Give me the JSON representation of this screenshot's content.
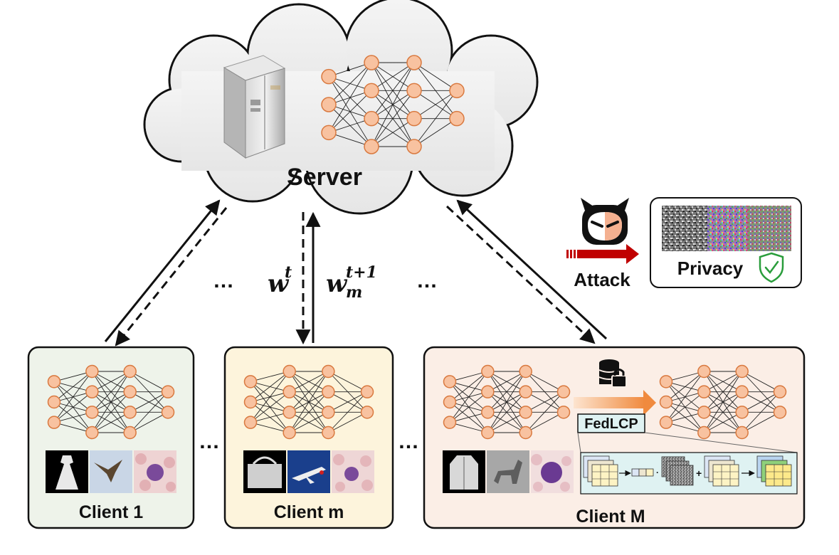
{
  "server": {
    "label": "Server",
    "network": {
      "layers": [
        3,
        4,
        4,
        2
      ]
    }
  },
  "links": {
    "global_weight": {
      "base": "w",
      "sup": "t"
    },
    "local_weight": {
      "base": "w",
      "sub": "m",
      "sup": "t+1"
    },
    "ellipsis_left": "…",
    "ellipsis_right": "…"
  },
  "clients": [
    {
      "label": "Client 1",
      "bg": "#eef3ea",
      "network": {
        "layers": [
          3,
          4,
          4,
          2
        ]
      },
      "images": [
        "dress",
        "bird",
        "blood-cell"
      ]
    },
    {
      "label": "Client m",
      "bg": "#fdf4dc",
      "network": {
        "layers": [
          3,
          4,
          4,
          2
        ]
      },
      "images": [
        "handbag",
        "airplane",
        "blood-cell"
      ]
    },
    {
      "label": "Client M",
      "bg": "#fbeee6",
      "network": {
        "layers": [
          3,
          4,
          4,
          2
        ]
      },
      "images": [
        "coat",
        "deer",
        "blood-cell"
      ]
    }
  ],
  "client_separator": "…",
  "fedlcp": {
    "label": "FedLCP",
    "icon": "database-lock-icon"
  },
  "attack": {
    "label": "Attack",
    "icon": "devil-face-icon",
    "arrow_color": "#c00000"
  },
  "privacy": {
    "label": "Privacy",
    "icon": "shield-check-icon",
    "check_color": "#2a9d3c"
  },
  "colors": {
    "neuron_fill": "#f8c2a0",
    "neuron_stroke": "#d9793f",
    "arrow_gradient_start": "#fde4cf",
    "arrow_gradient_end": "#f08a3e"
  }
}
